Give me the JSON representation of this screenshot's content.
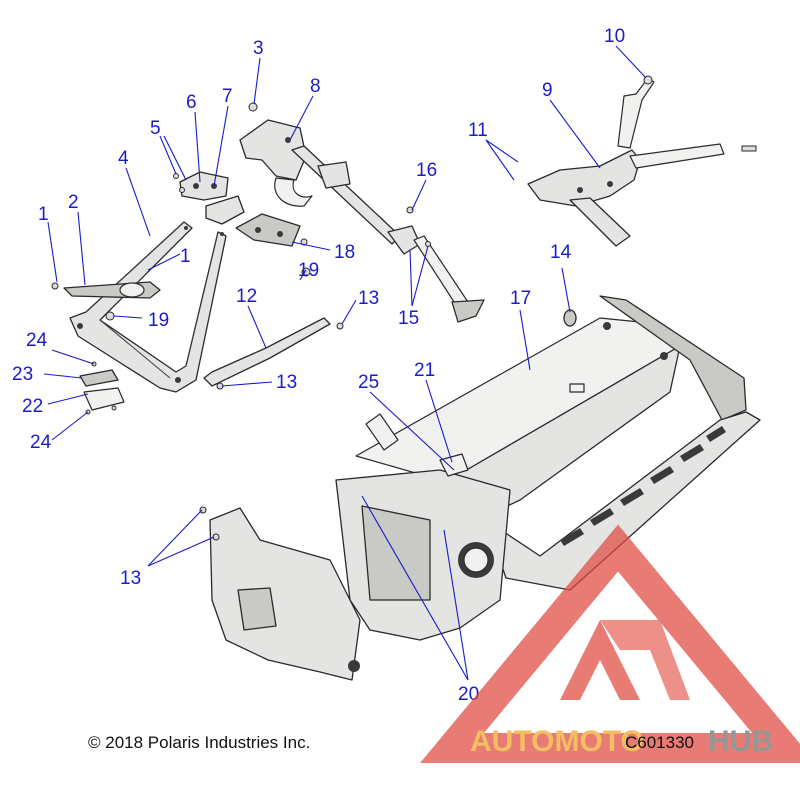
{
  "callouts": [
    "1",
    "2",
    "4",
    "5",
    "6",
    "7",
    "3",
    "8",
    "10",
    "9",
    "11",
    "16",
    "1",
    "18",
    "19",
    "19",
    "12",
    "13",
    "15",
    "14",
    "17",
    "24",
    "23",
    "22",
    "24",
    "13",
    "25",
    "21",
    "13",
    "20"
  ],
  "footer": {
    "copyright": "© 2018 Polaris Industries Inc.",
    "drawing_number": "C601330"
  },
  "watermark": {
    "brand": "AUTOMOTOHUB",
    "colors": {
      "triangle": "#e04a3f",
      "auto": "#f2a623",
      "hub": "#6e6e6e"
    }
  }
}
